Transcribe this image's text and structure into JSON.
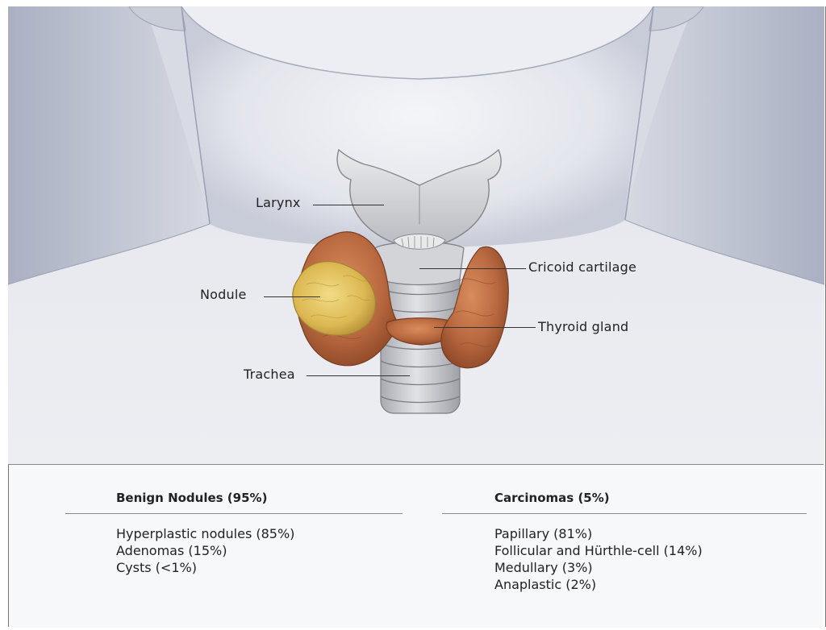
{
  "labels": {
    "larynx": "Larynx",
    "cricoid": "Cricoid cartilage",
    "nodule": "Nodule",
    "thyroid": "Thyroid gland",
    "trachea": "Trachea"
  },
  "legend": {
    "benign": {
      "heading": "Benign Nodules (95%)",
      "items": [
        "Hyperplastic nodules (85%)",
        "Adenomas (15%)",
        "Cysts (<1%)"
      ]
    },
    "carcinomas": {
      "heading": "Carcinomas (5%)",
      "items": [
        "Papillary (81%)",
        "Follicular and Hürthle-cell (14%)",
        "Medullary (3%)",
        "Anaplastic (2%)"
      ]
    }
  },
  "colors": {
    "skin": "#dfe2e9",
    "shadow": "#9aa0b3",
    "cartilage": "#c9cbcf",
    "thyroid": "#b5653f",
    "nodule": "#e4c35c",
    "legend_bg": "#f6f8f9"
  }
}
